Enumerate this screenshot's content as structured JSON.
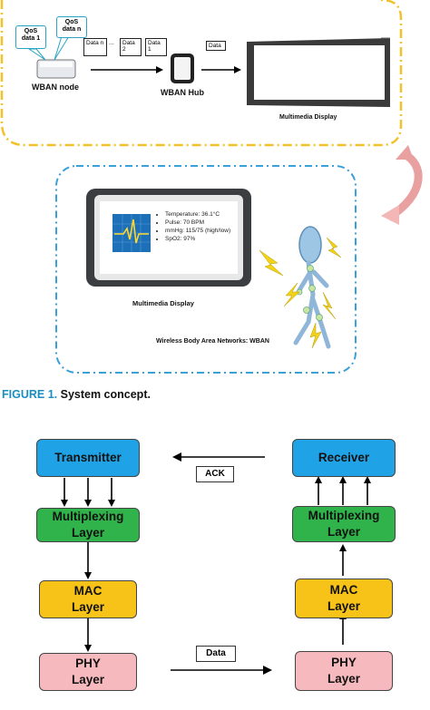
{
  "figure1": {
    "qos1": "QoS\ndata 1",
    "qosn": "QoS\ndata n",
    "packets": [
      "Data n",
      "Data 2",
      "Data 1"
    ],
    "ellipsis": "...",
    "hub_packet": "Data",
    "node_label": "WBAN node",
    "hub_label": "WBAN Hub",
    "display_label_top": "Multimedia Display",
    "display_label_bottom": "Multimedia Display",
    "network_label": "Wireless Body Area Networks: WBAN",
    "vitals": [
      "Temperature: 36.1°C",
      "Pulse: 70 BPM",
      "mmHg: 115/75 (high/low)",
      "SpO2: 97%"
    ],
    "caption_label": "FIGURE 1.",
    "caption_text": "System concept.",
    "colors": {
      "yellow_dash": "#f2c12e",
      "blue_dash": "#3aa0d8",
      "curve_arrow": "#f0a7a7"
    }
  },
  "figure2": {
    "left": {
      "transmitter": "Transmitter",
      "mux": "Multiplexing\nLayer",
      "mac": "MAC\nLayer",
      "phy": "PHY\nLayer"
    },
    "right": {
      "receiver": "Receiver",
      "mux": "Multiplexing\nLayer",
      "mac": "MAC\nLayer",
      "phy": "PHY\nLayer"
    },
    "ack": "ACK",
    "data": "Data",
    "colors": {
      "blue": "#1fa3e6",
      "green": "#2fb34a",
      "yellow": "#f7c318",
      "pink": "#f6b9bd"
    }
  }
}
